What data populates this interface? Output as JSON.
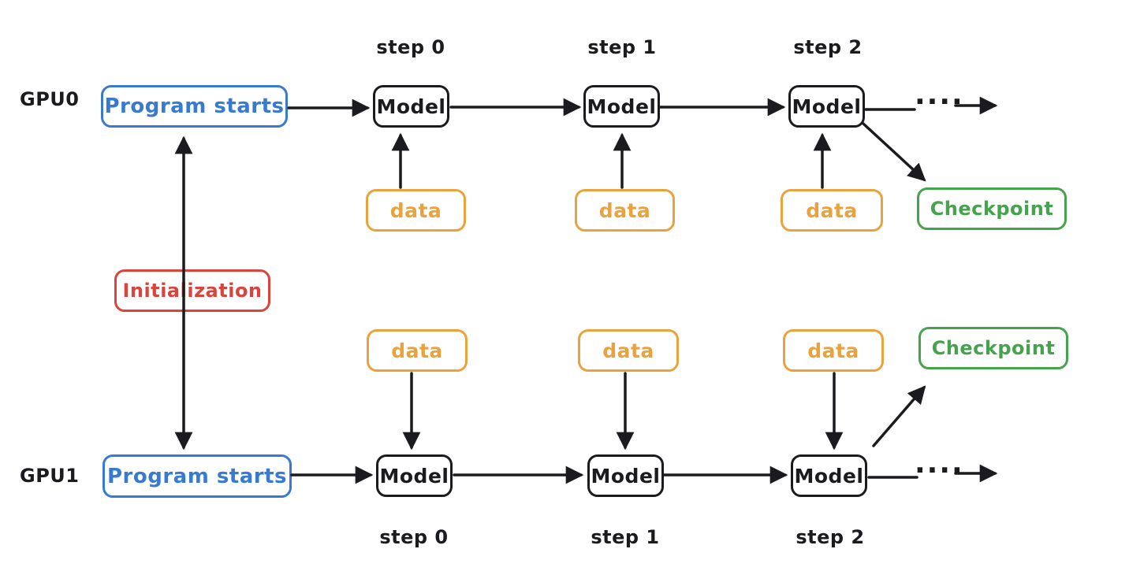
{
  "diagram": {
    "rows": {
      "top": {
        "gpu_label": "GPU0"
      },
      "bottom": {
        "gpu_label": "GPU1"
      }
    },
    "labels": {
      "program_starts": "Program starts",
      "initialization": "Initialization",
      "model": "Model",
      "data": "data",
      "checkpoint": "Checkpoint",
      "ellipsis": "...."
    },
    "steps": {
      "step0": "step 0",
      "step1": "step 1",
      "step2": "step 2"
    },
    "colors": {
      "blue": "#377ad0",
      "red": "#d9443c",
      "orange": "#e9a23c",
      "green": "#46a34d",
      "ink": "#1b1b1f"
    }
  }
}
